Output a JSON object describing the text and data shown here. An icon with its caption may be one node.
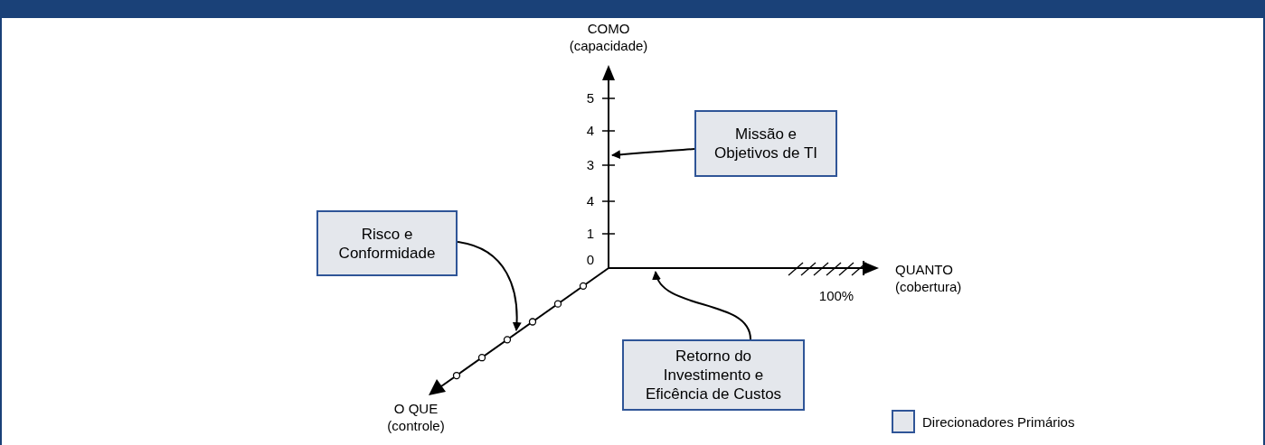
{
  "diagram": {
    "nodes": [
      {
        "text": [
          "Missão e Objetivos de TI"
        ]
      },
      {
        "text": [
          "Risco e Conformidade"
        ]
      },
      {
        "text": [
          "Retorno do Investimento e Eficência de Custos"
        ]
      },
      {
        "text": [],
        "shape": "line",
        "beside": [
          "COMO (capacidade)"
        ]
      },
      {
        "text": [],
        "shape": "line",
        "beside": [
          "QUANTO (cobertura)"
        ]
      },
      {
        "text": [],
        "shape": "line",
        "beside": [
          "O QUE (controle)"
        ]
      }
    ],
    "edges": [
      {
        "from": 0,
        "to": 3,
        "arrow": "to"
      },
      {
        "from": 1,
        "to": 5,
        "arrow": "to"
      },
      {
        "from": 2,
        "to": 4,
        "arrow": "to"
      }
    ],
    "labels": [
      "5",
      "4",
      "3",
      "4",
      "1",
      "0",
      "100%"
    ],
    "legend": [
      {
        "text": "Direcionadores Primários",
        "color": "#e4e7ec"
      }
    ]
  }
}
